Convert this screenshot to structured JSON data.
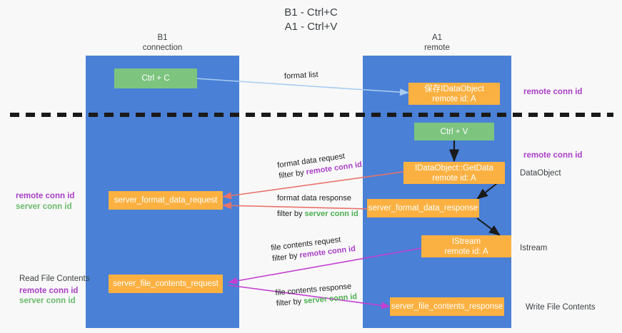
{
  "title": {
    "line1": "B1 - Ctrl+C",
    "line2": "A1 - Ctrl+V"
  },
  "columns": [
    {
      "name": "B1",
      "sub": "connection",
      "color": "#4a80d6"
    },
    {
      "name": "A1",
      "sub": "remote",
      "color": "#4a80d6"
    }
  ],
  "nodes": {
    "ctrl_c": {
      "label": "Ctrl + C",
      "color": "#7dc47f"
    },
    "save_dataobject": {
      "line1": "保存IDataObject",
      "line2": "remote id: A",
      "color": "#fbb141"
    },
    "ctrl_v": {
      "label": "Ctrl + V",
      "color": "#7dc47f"
    },
    "getdata": {
      "line1": "IDataObject::GetData",
      "line2": "remote id: A",
      "color": "#fbb141"
    },
    "server_format_data_request": {
      "label": "server_format_data_request",
      "color": "#fbb141"
    },
    "server_format_data_response": {
      "label": "server_format_data_response",
      "color": "#fbb141"
    },
    "istream": {
      "line1": "IStream",
      "line2": "remote id: A",
      "color": "#fbb141"
    },
    "server_file_contents_request": {
      "label": "server_file_contents_request",
      "color": "#fbb141"
    },
    "server_file_contents_response": {
      "label": "server_file_contents_response",
      "color": "#fbb141"
    }
  },
  "edge_labels": {
    "format_list": "format list",
    "format_data_request": "format data request",
    "format_data_request_filter_prefix": "filter by ",
    "format_data_request_filter_key": "remote conn id",
    "format_data_response": "format data response",
    "format_data_response_filter_prefix": "filter by ",
    "format_data_response_filter_key": "server conn id",
    "file_contents_request": "file contents request",
    "file_contents_request_filter_prefix": "filter by ",
    "file_contents_request_filter_key": "remote conn id",
    "file_contents_response": "file contents response",
    "file_contents_response_filter_prefix": "filter by ",
    "file_contents_response_filter_key": "server conn id"
  },
  "side_labels": {
    "right_remote_conn_id_top": "remote conn id",
    "right_remote_conn_id_mid": "remote conn id",
    "dataobject": "DataObject",
    "istream": "Istream",
    "write_file_contents": "Write File Contents",
    "left_remote_conn_id": "remote conn id",
    "left_server_conn_id": "server conn id",
    "read_file_contents": "Read File Contents",
    "left_remote_conn_id_2": "remote conn id",
    "left_server_conn_id_2": "server conn id"
  },
  "colors": {
    "column_blue": "#4a80d6",
    "node_green": "#7dc47f",
    "node_orange": "#fbb141",
    "accent_purple": "#a93fc6",
    "accent_green": "#4caf50",
    "arrow_lightblue": "#a8cdf0",
    "arrow_red": "#e8736a",
    "arrow_black": "#1a1a1a",
    "arrow_magenta": "#c23fd0",
    "background": "#f8f8f8"
  }
}
